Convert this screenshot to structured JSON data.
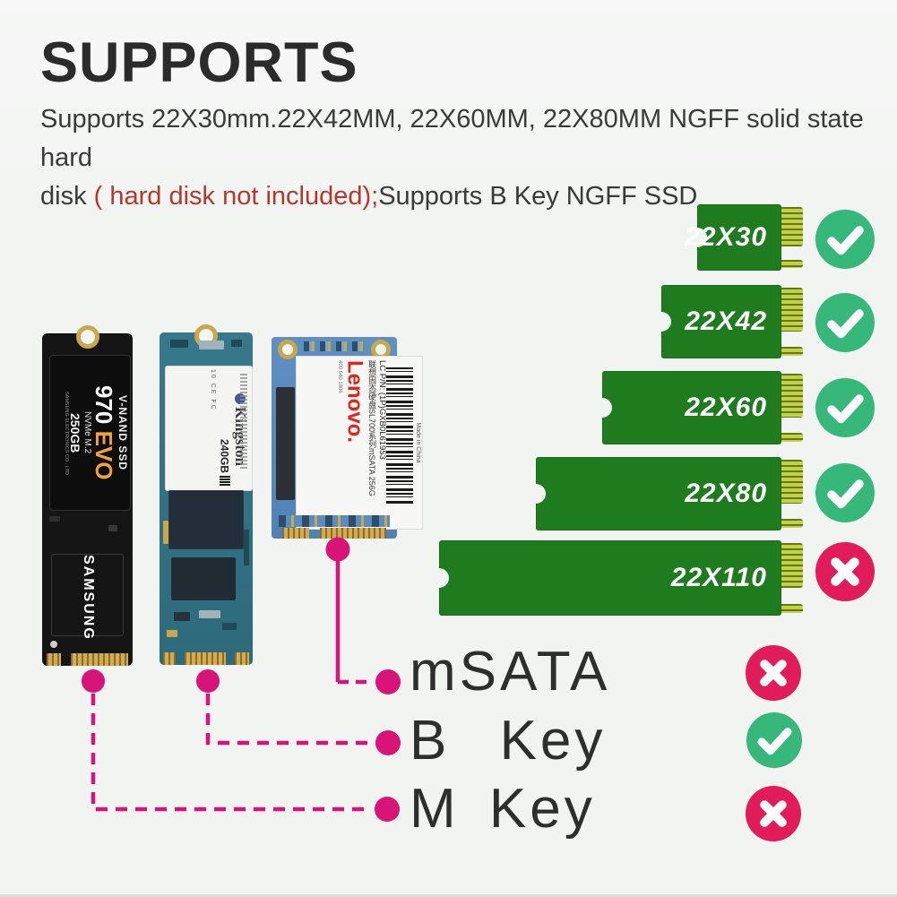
{
  "header": {
    "title": "SUPPORTS",
    "subtitle_line1": "Supports 22X30mm.22X42MM, 22X60MM, 22X80MM NGFF solid state hard",
    "line2_prefix": "disk ",
    "line2_red": "( hard disk not included);",
    "line2_suffix": "Supports B Key NGFF SSD"
  },
  "sizes": {
    "items": [
      {
        "label": "22X30",
        "supported": true
      },
      {
        "label": "22X42",
        "supported": true
      },
      {
        "label": "22X60",
        "supported": true
      },
      {
        "label": "22X80",
        "supported": true
      },
      {
        "label": "22X110",
        "supported": false
      }
    ]
  },
  "keys": {
    "items": [
      {
        "label": "mSATA",
        "supported": false
      },
      {
        "label": "B Key",
        "supported": true
      },
      {
        "label": "M Key",
        "supported": false
      }
    ]
  },
  "ssds": {
    "samsung": {
      "type_line": "V-NAND SSD",
      "model": "970 ",
      "model_suffix": "EVO",
      "interface": "NVMe M.2",
      "capacity": "250GB",
      "maker": "SAMSUNG ELECTRONICS CO., LTD",
      "brand": "SAMSUNG"
    },
    "kingston": {
      "brand": "Kingston",
      "capacity": "240GB",
      "cert_marks": "10 CE FC"
    },
    "lenovo": {
      "brand": "Lenovo.",
      "desc": "联想固态硬盘SL700系列mSATA 256G",
      "pn": "LC P/N: (1P)GXB0L61953",
      "origin": "Made in China",
      "hotline": "400 640 1886"
    }
  },
  "colors": {
    "supported_green": "#35b87a",
    "unsupported_red": "#e21b5a",
    "bar_green": "#1e7b1e",
    "accent_magenta": "#d81479",
    "warning_red_text": "#b23a2d"
  }
}
